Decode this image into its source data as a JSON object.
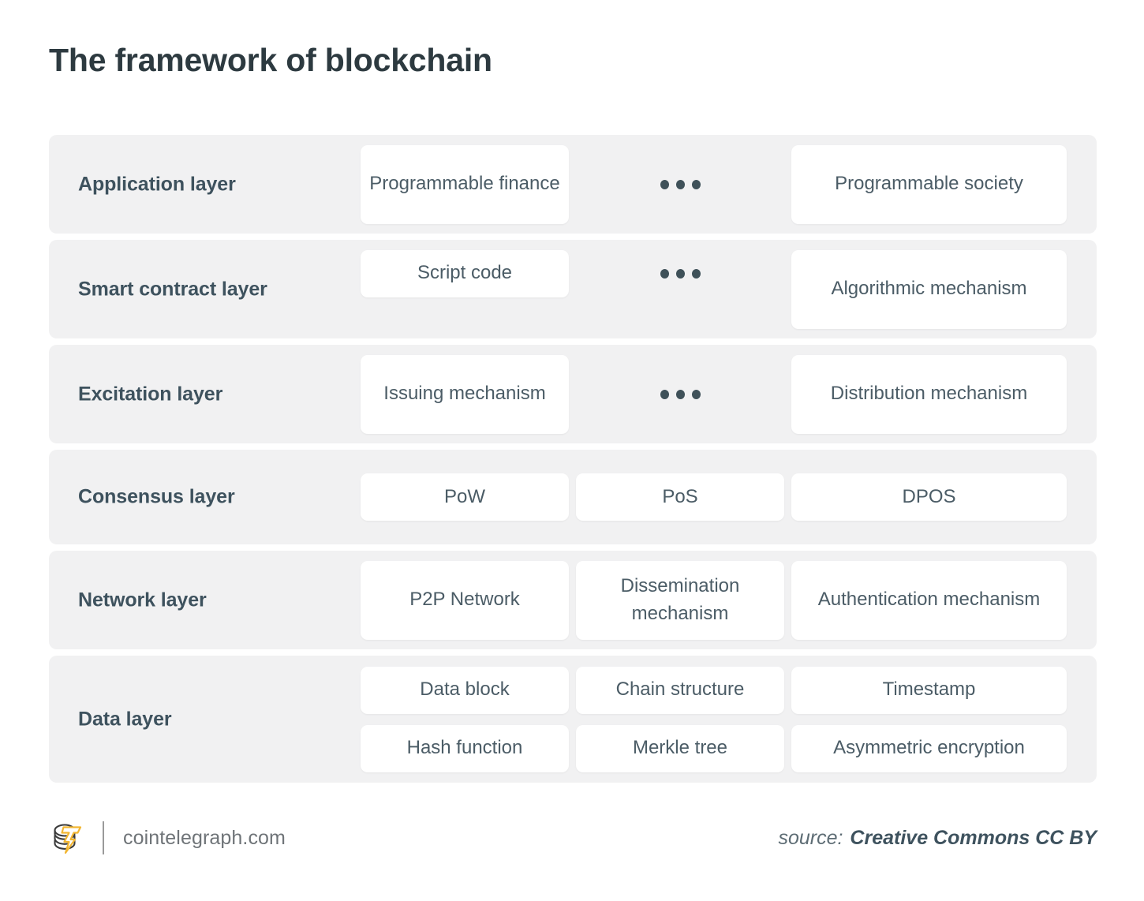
{
  "page": {
    "title": "The framework of blockchain",
    "background_color": "#ffffff",
    "band_color": "#f1f1f2",
    "card_color": "#ffffff",
    "label_color": "#3e525e",
    "card_text_color": "#4b5c66",
    "accent_color": "#f2b632"
  },
  "layers": [
    {
      "label": "Application layer",
      "rows": [
        [
          {
            "type": "card",
            "text": "Programmable finance"
          },
          {
            "type": "ellipsis",
            "text": "•••"
          },
          {
            "type": "card",
            "text": "Programmable society"
          }
        ]
      ]
    },
    {
      "label": "Smart contract layer",
      "rows": [
        [
          {
            "type": "card",
            "text": "Script code"
          },
          {
            "type": "ellipsis",
            "text": "•••"
          },
          {
            "type": "card",
            "text": "Algorithmic mechanism"
          }
        ]
      ]
    },
    {
      "label": "Excitation layer",
      "rows": [
        [
          {
            "type": "card",
            "text": "Issuing mechanism"
          },
          {
            "type": "ellipsis",
            "text": "•••"
          },
          {
            "type": "card",
            "text": "Distribution mechanism"
          }
        ]
      ]
    },
    {
      "label": "Consensus layer",
      "rows": [
        [
          {
            "type": "card",
            "text": "PoW"
          },
          {
            "type": "card",
            "text": "PoS"
          },
          {
            "type": "card",
            "text": "DPOS"
          }
        ]
      ]
    },
    {
      "label": "Network layer",
      "rows": [
        [
          {
            "type": "card",
            "text": "P2P Network"
          },
          {
            "type": "card",
            "text": "Dissemination mechanism"
          },
          {
            "type": "card",
            "text": "Authentication mechanism"
          }
        ]
      ]
    },
    {
      "label": "Data layer",
      "rows": [
        [
          {
            "type": "card",
            "text": "Data block"
          },
          {
            "type": "card",
            "text": "Chain structure"
          },
          {
            "type": "card",
            "text": "Timestamp"
          }
        ],
        [
          {
            "type": "card",
            "text": "Hash function"
          },
          {
            "type": "card",
            "text": "Merkle tree"
          },
          {
            "type": "card",
            "text": "Asymmetric encryption"
          }
        ]
      ]
    }
  ],
  "footer": {
    "logo_icon": "cointelegraph-coin-bolt-logo",
    "url": "cointelegraph.com",
    "source_label": "source:",
    "source_value": "Creative Commons CC BY"
  }
}
